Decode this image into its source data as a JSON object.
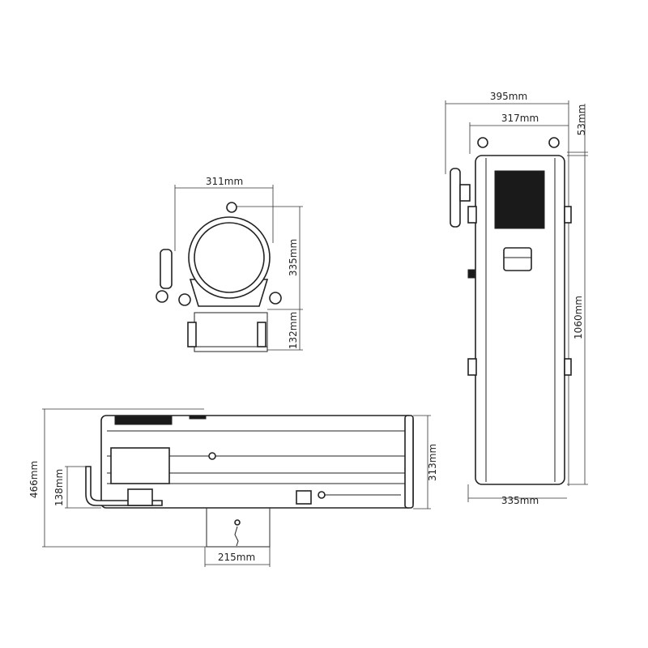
{
  "front_view": {
    "width": "311mm",
    "height": "335mm",
    "stand_height": "132mm"
  },
  "top_view": {
    "overall_width": "395mm",
    "handle_span": "317mm",
    "handle_offset": "53mm",
    "length": "1060mm",
    "body_width": "335mm"
  },
  "side_view": {
    "overall_height": "466mm",
    "handle_height": "138mm",
    "body_height": "313mm",
    "stand_width": "215mm"
  }
}
